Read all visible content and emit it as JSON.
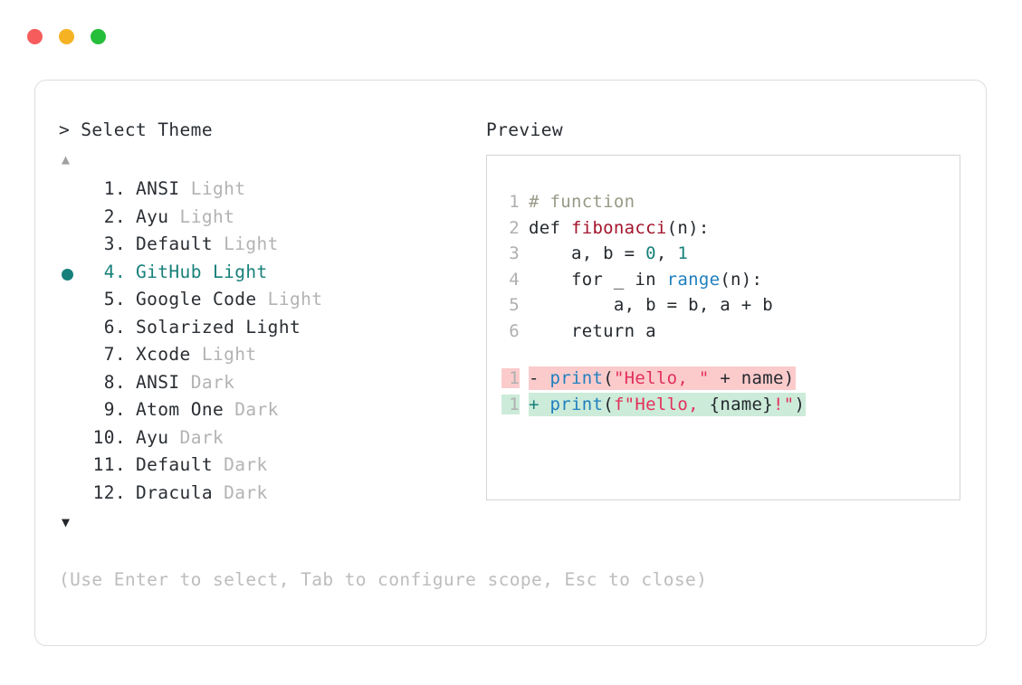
{
  "window": {
    "dots": [
      {
        "name": "close-dot",
        "color": "#F65C5C"
      },
      {
        "name": "minimize-dot",
        "color": "#F5B324"
      },
      {
        "name": "maximize-dot",
        "color": "#25BE3A"
      }
    ]
  },
  "theme_panel": {
    "heading": "> Select Theme",
    "scroll_up_icon": "▲",
    "scroll_down_icon": "▼",
    "selected_index": 4,
    "selected_bullet_color": "#17807A",
    "items": [
      {
        "index": "1.",
        "name": "ANSI",
        "variant": " Light",
        "selected": false
      },
      {
        "index": "2.",
        "name": "Ayu",
        "variant": " Light",
        "selected": false
      },
      {
        "index": "3.",
        "name": "Default",
        "variant": " Light",
        "selected": false
      },
      {
        "index": "4.",
        "name": "GitHub",
        "variant": " Light",
        "selected": true
      },
      {
        "index": "5.",
        "name": "Google Code",
        "variant": " Light",
        "selected": false
      },
      {
        "index": "6.",
        "name": "Solarized Light",
        "variant": "",
        "selected": false
      },
      {
        "index": "7.",
        "name": "Xcode",
        "variant": " Light",
        "selected": false
      },
      {
        "index": "8.",
        "name": "ANSI",
        "variant": " Dark",
        "selected": false
      },
      {
        "index": "9.",
        "name": "Atom One",
        "variant": " Dark",
        "selected": false
      },
      {
        "index": "10.",
        "name": "Ayu",
        "variant": " Dark",
        "selected": false
      },
      {
        "index": "11.",
        "name": "Default",
        "variant": " Dark",
        "selected": false
      },
      {
        "index": "12.",
        "name": "Dracula",
        "variant": " Dark",
        "selected": false
      }
    ]
  },
  "preview": {
    "heading": "Preview",
    "code_lines": [
      {
        "gutter": "1",
        "tokens": [
          {
            "t": "# function",
            "c": "comment"
          }
        ]
      },
      {
        "gutter": "2",
        "tokens": [
          {
            "t": "def ",
            "c": "plain"
          },
          {
            "t": "fibonacci",
            "c": "func"
          },
          {
            "t": "(n):",
            "c": "plain"
          }
        ]
      },
      {
        "gutter": "3",
        "tokens": [
          {
            "t": "    a, b = ",
            "c": "plain"
          },
          {
            "t": "0",
            "c": "num"
          },
          {
            "t": ", ",
            "c": "plain"
          },
          {
            "t": "1",
            "c": "num"
          }
        ]
      },
      {
        "gutter": "4",
        "tokens": [
          {
            "t": "    for _ in ",
            "c": "plain"
          },
          {
            "t": "range",
            "c": "builtin"
          },
          {
            "t": "(n):",
            "c": "plain"
          }
        ]
      },
      {
        "gutter": "5",
        "tokens": [
          {
            "t": "        a, b = b, a + b",
            "c": "plain"
          }
        ]
      },
      {
        "gutter": "6",
        "tokens": [
          {
            "t": "    return a",
            "c": "plain"
          }
        ]
      },
      {
        "gutter": "",
        "blank": true,
        "tokens": []
      },
      {
        "gutter": "1",
        "diff": "removed",
        "tokens": [
          {
            "t": "- ",
            "c": "marker-minus"
          },
          {
            "t": "print",
            "c": "builtin"
          },
          {
            "t": "(",
            "c": "plain"
          },
          {
            "t": "\"Hello, \"",
            "c": "str"
          },
          {
            "t": " + name)",
            "c": "plain"
          }
        ]
      },
      {
        "gutter": "1",
        "diff": "added",
        "tokens": [
          {
            "t": "+ ",
            "c": "marker-plus"
          },
          {
            "t": "print",
            "c": "builtin"
          },
          {
            "t": "(",
            "c": "plain"
          },
          {
            "t": "f\"Hello, ",
            "c": "str"
          },
          {
            "t": "{name}",
            "c": "plain"
          },
          {
            "t": "!\"",
            "c": "str"
          },
          {
            "t": ")",
            "c": "plain"
          }
        ]
      }
    ]
  },
  "footer": {
    "hint": "(Use Enter to select, Tab to configure scope, Esc to close)"
  }
}
